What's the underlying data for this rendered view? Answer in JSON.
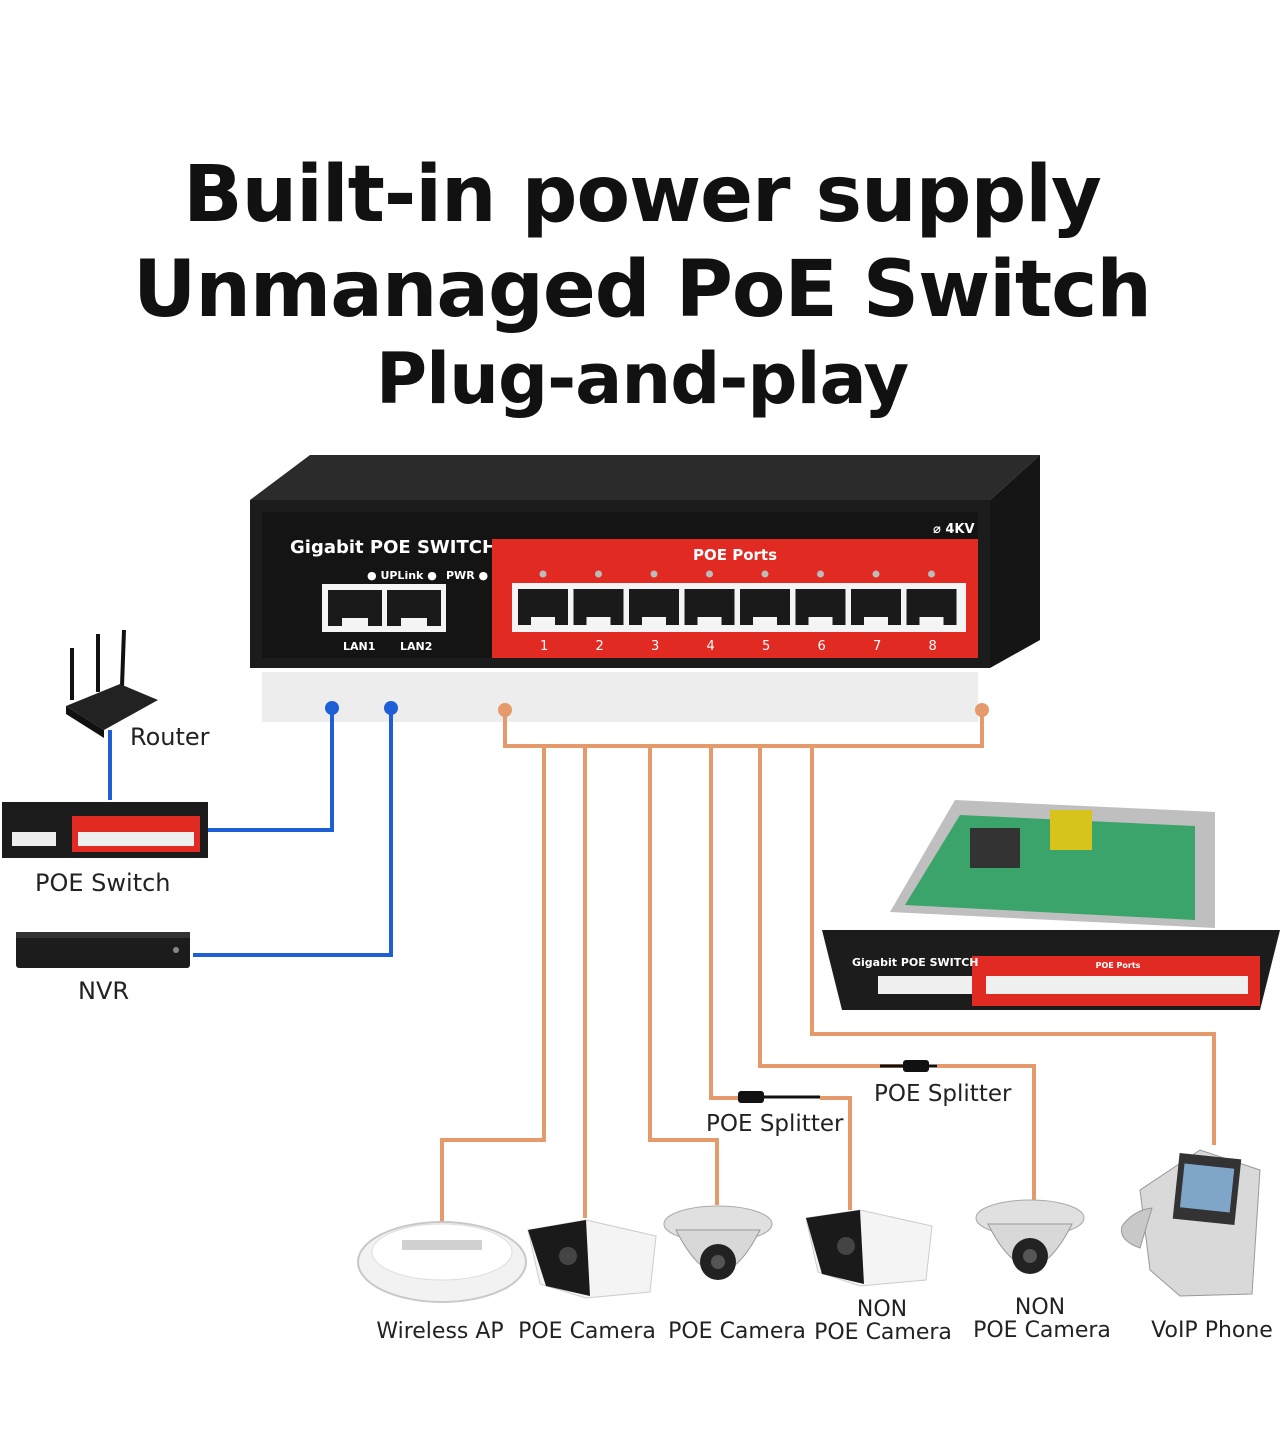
{
  "headline": {
    "line1": "Built-in power supply",
    "line2": "Unmanaged PoE Switch",
    "line3": "Plug-and-play"
  },
  "switch": {
    "brand_label": "Gigabit POE SWITCH",
    "surge_label": "4KV",
    "uplink_label": "UPLink",
    "pwr_label": "PWR",
    "poe_ports_label": "POE Ports",
    "lan_ports": [
      "LAN1",
      "LAN2"
    ],
    "poe_port_numbers": [
      "1",
      "2",
      "3",
      "4",
      "5",
      "6",
      "7",
      "8"
    ]
  },
  "devices": {
    "router": "Router",
    "poe_switch": "POE Switch",
    "nvr": "NVR",
    "wireless_ap": "Wireless AP",
    "poe_camera_1": "POE Camera",
    "poe_camera_2": "POE Camera",
    "non_poe_camera_1_line1": "NON",
    "non_poe_camera_1_line2": "POE Camera",
    "non_poe_camera_2_line1": "NON",
    "non_poe_camera_2_line2": "POE Camera",
    "voip_phone": "VoIP Phone",
    "poe_splitter_1": "POE Splitter",
    "poe_splitter_2": "POE Splitter"
  },
  "colors": {
    "uplink_cable": "#1f5fd6",
    "poe_cable": "#e59a6c",
    "poe_panel": "#e02a22",
    "switch_body": "#1c1c1c"
  }
}
